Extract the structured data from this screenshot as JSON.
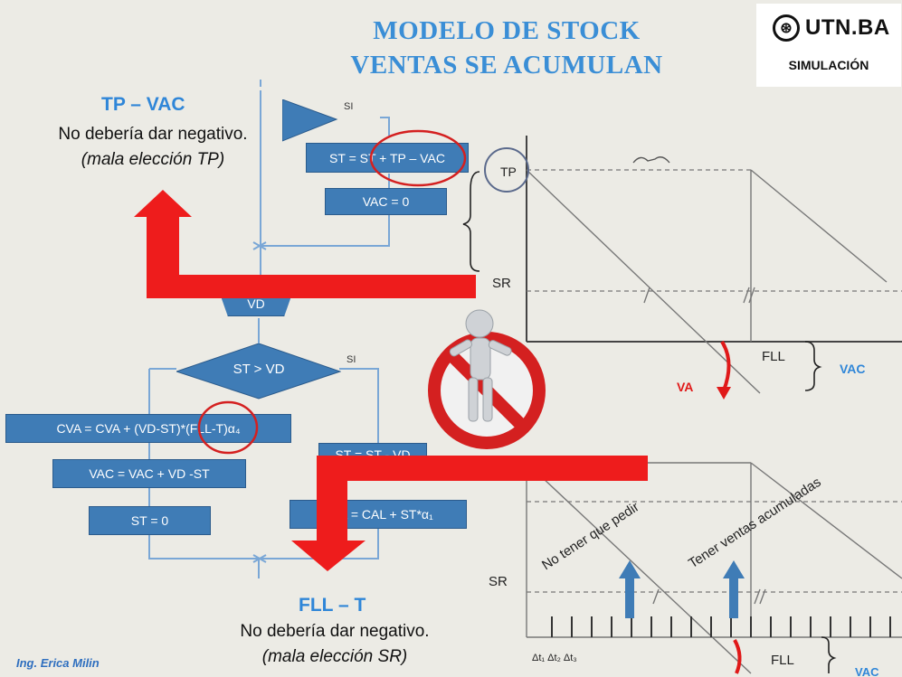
{
  "title": {
    "line1": "MODELO DE STOCK",
    "line2": "VENTAS SE ACUMULAN"
  },
  "logo": {
    "mark": "⊛",
    "text": "UTN.BA",
    "subtitle": "SIMULACIÓN"
  },
  "notes": {
    "top": {
      "title": "TP – VAC",
      "text": "No debería dar negativo.",
      "italic": "(mala elección TP)"
    },
    "bottom": {
      "title": "FLL – T",
      "text": "No debería dar negativo.",
      "italic": "(mala elección SR)"
    }
  },
  "flowchart": {
    "si_top": "SI",
    "si_mid": "SI",
    "box_st_tp": "ST = ST + TP – VAC",
    "box_vac0": "VAC = 0",
    "box_vd": "VD",
    "decision": "ST > VD",
    "box_cva": "CVA = CVA + (VD-ST)*(FLL-T)α₄",
    "box_vac_sum": "VAC = VAC + VD -ST",
    "box_st0": "ST = 0",
    "box_st_vd": "ST = ST - VD",
    "box_cal": "CAL = CAL + ST*α₁"
  },
  "graph_top": {
    "tp": "TP",
    "sr": "SR",
    "fll": "FLL",
    "vac": "VAC",
    "va": "VA"
  },
  "graph_bottom": {
    "sr": "SR",
    "fll": "FLL",
    "vac": "VAC",
    "text1": "No tener que pedir",
    "text2": "Tener ventas acumuladas",
    "deltas": "Δt₁ Δt₂ Δt₃"
  },
  "footer": "Ing. Erica Milin",
  "colors": {
    "accent": "#3a8ed6",
    "box": "#3f7cb6",
    "red_arrow": "#ee1c1c",
    "circle": "#d42020"
  }
}
